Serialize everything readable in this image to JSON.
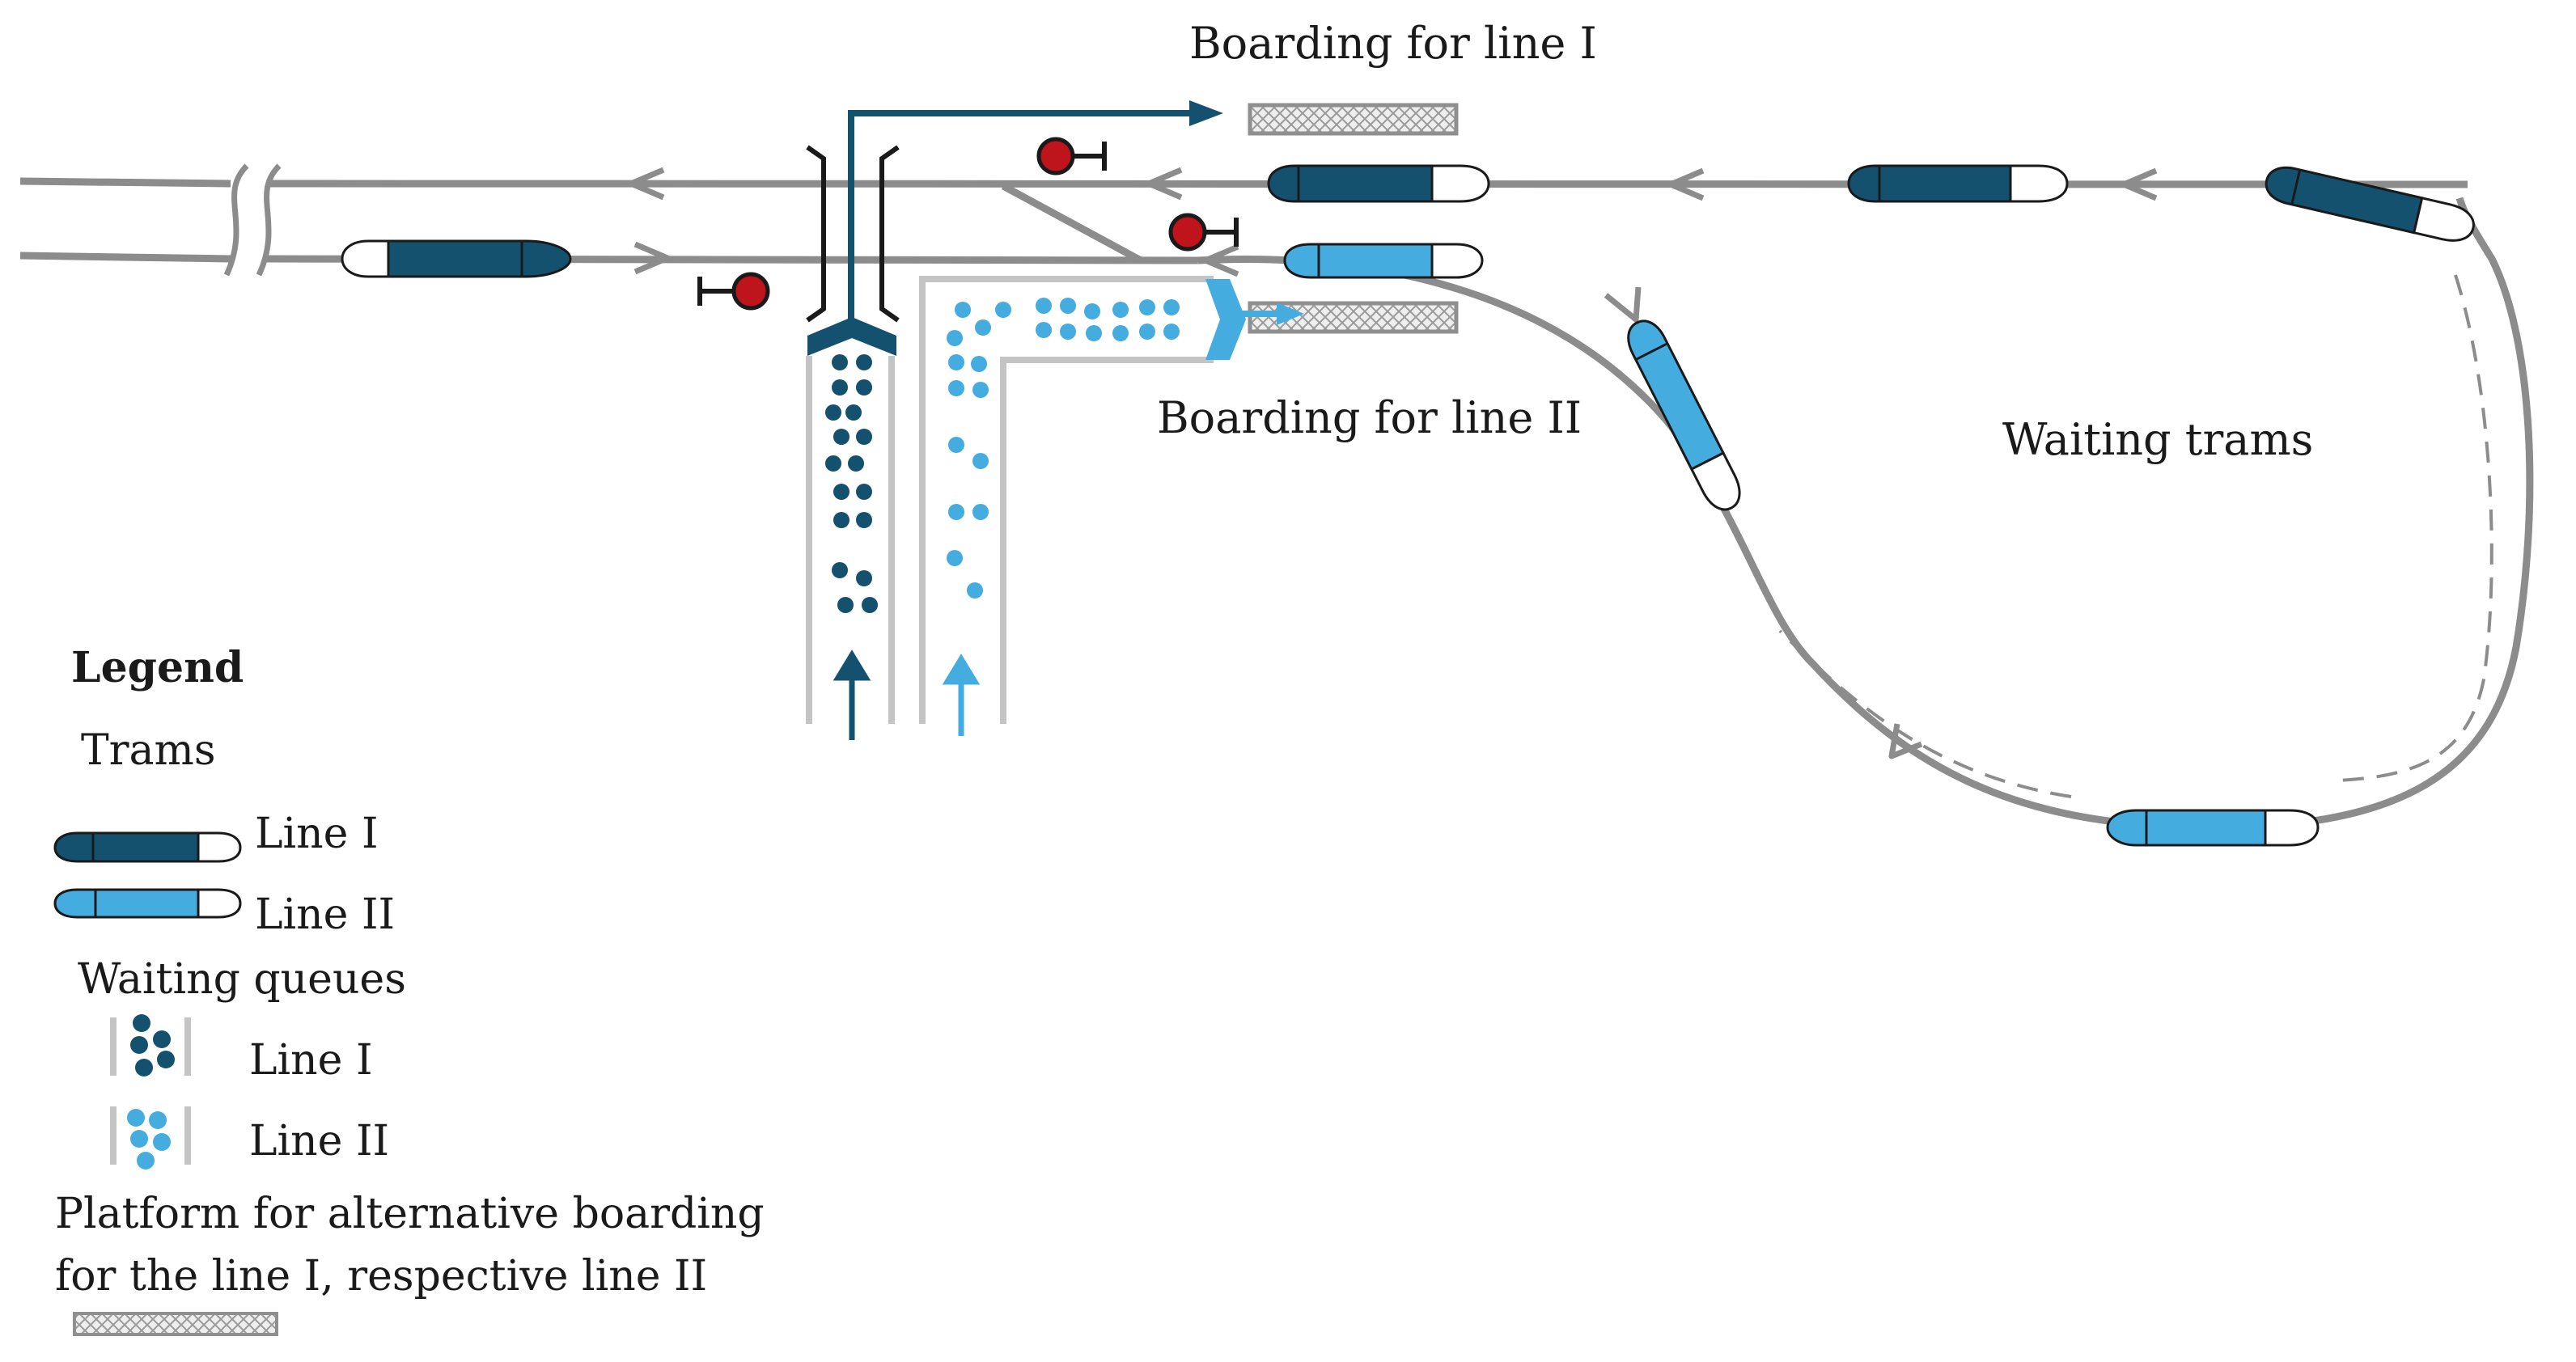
{
  "labels": {
    "boarding_line1": "Boarding for line I",
    "boarding_line2": "Boarding for line II",
    "waiting_trams": "Waiting trams"
  },
  "legend": {
    "title": "Legend",
    "trams_heading": "Trams",
    "tram_line1": "Line I",
    "tram_line2": "Line II",
    "queues_heading": "Waiting queues",
    "queue_line1": "Line I",
    "queue_line2": "Line II",
    "platform_text_1": "Platform for alternative boarding",
    "platform_text_2": "for the line I, respective line II"
  },
  "colors": {
    "line1": "#13516f",
    "line2": "#45ace0",
    "track": "#8c8c8c",
    "signal": "#c0141c",
    "platform_fill": "#ececec",
    "platform_border": "#8f8f8f"
  },
  "icons": {
    "signal": "stop-signal-icon",
    "arrow": "direction-arrow-icon"
  }
}
